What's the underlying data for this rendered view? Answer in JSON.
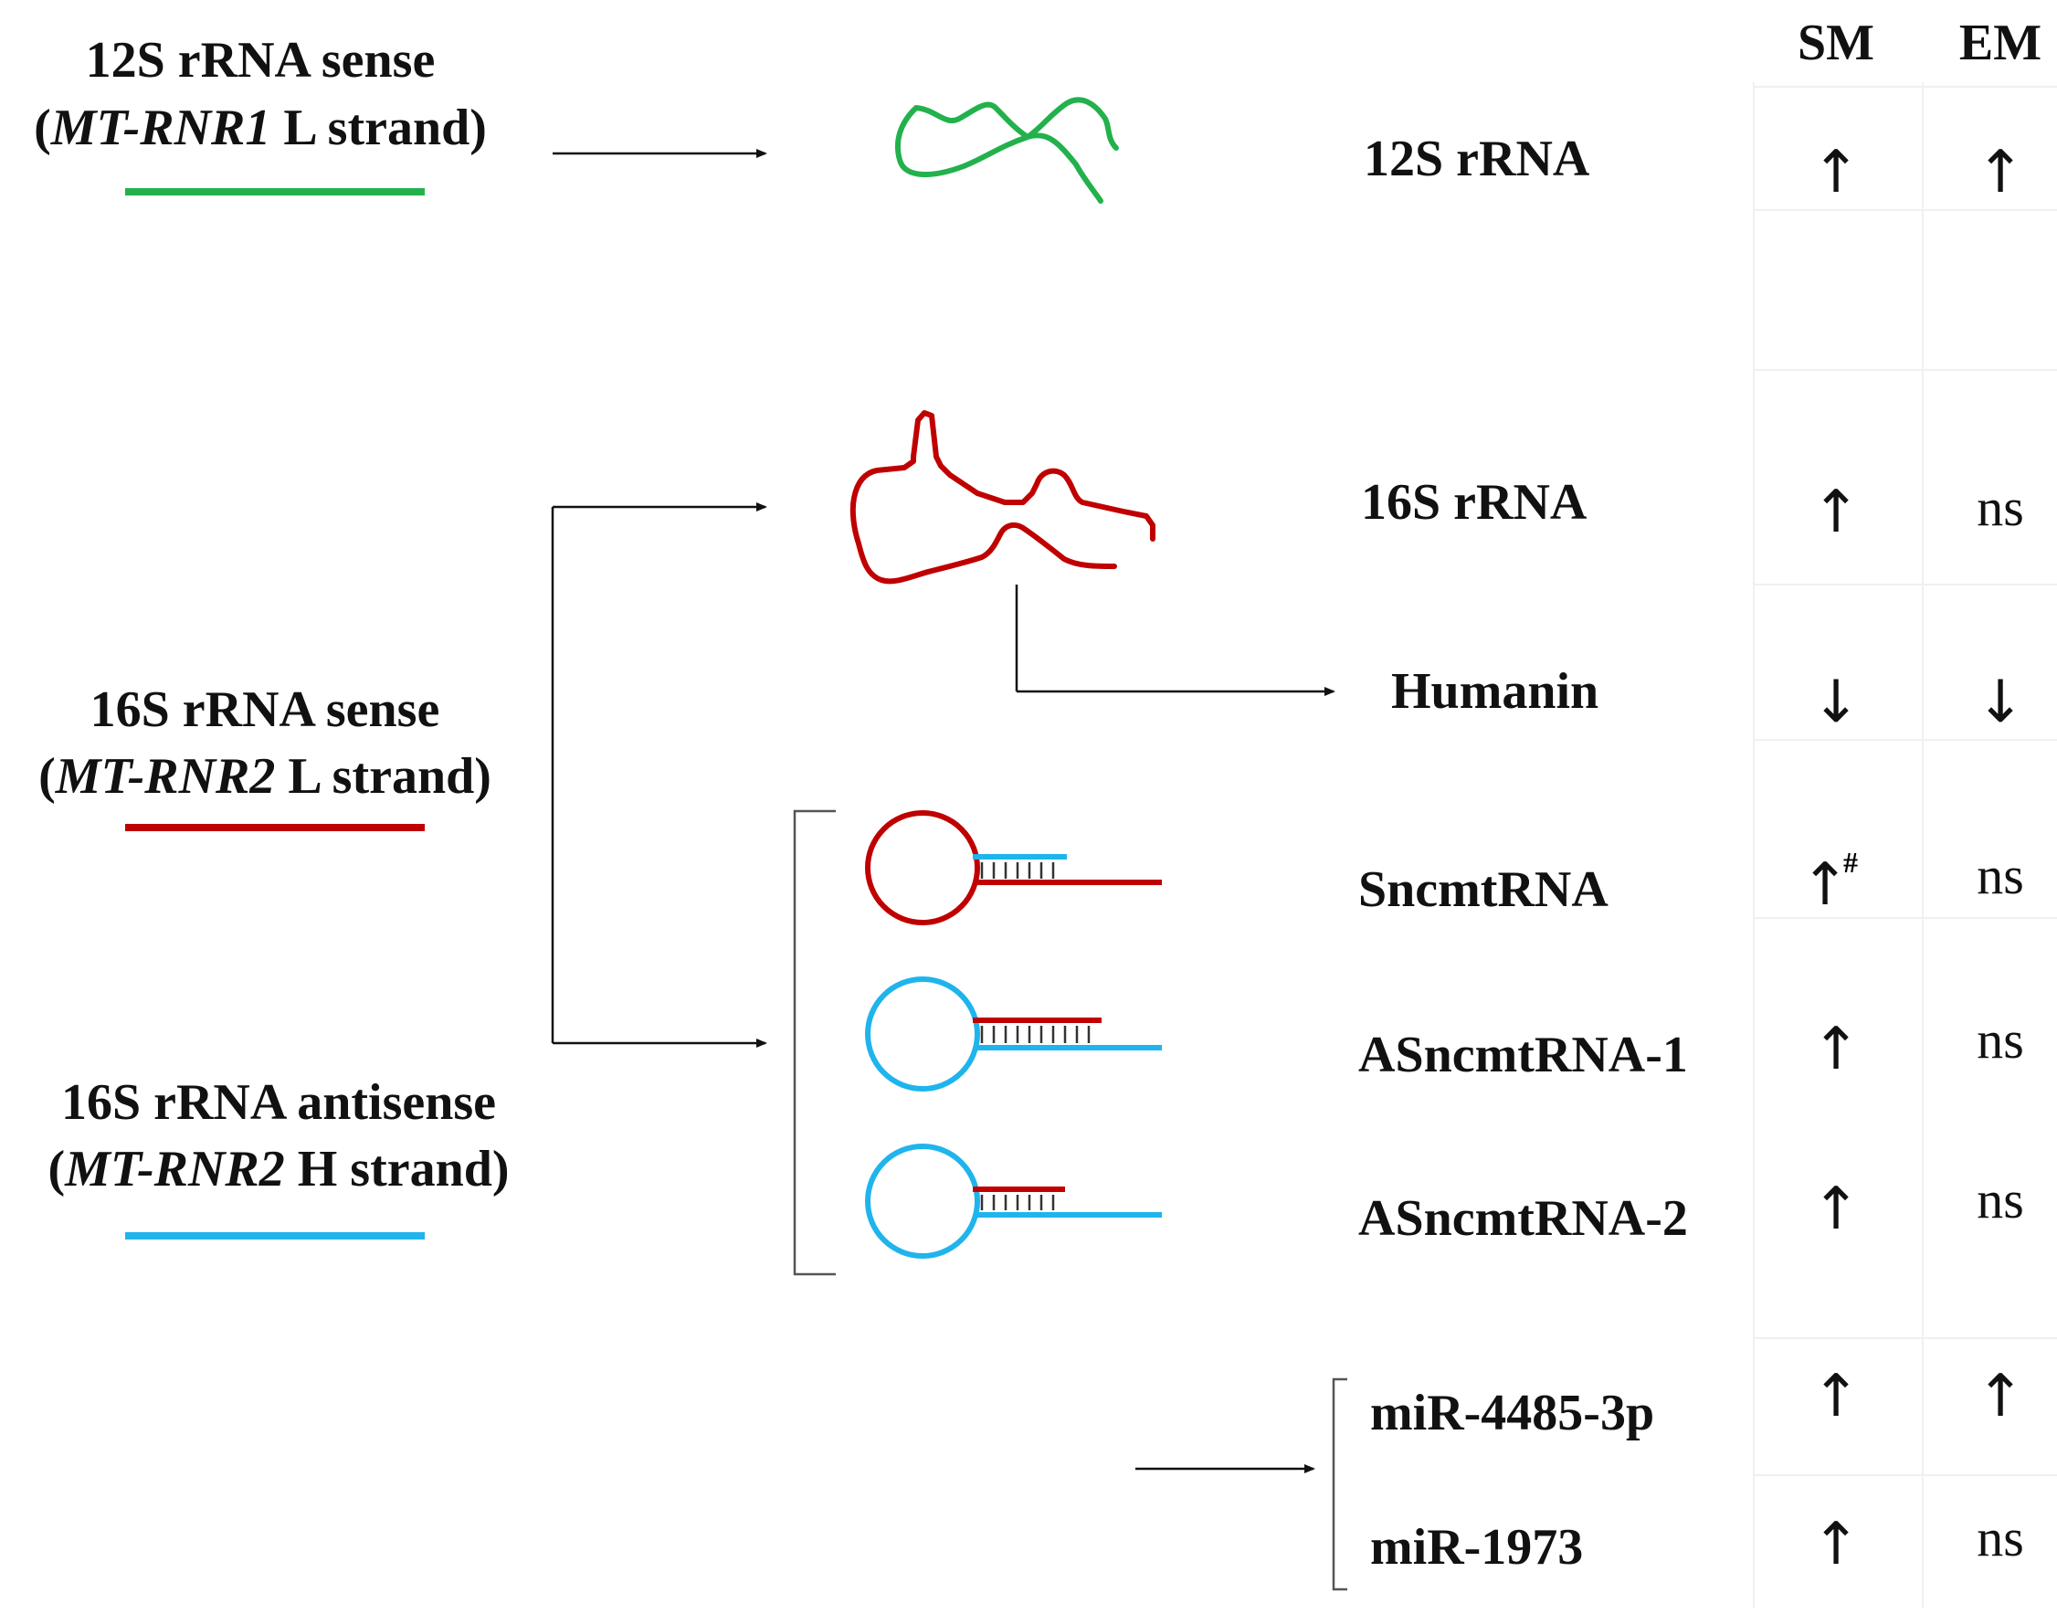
{
  "sources": {
    "rnr1": {
      "line1": "12S rRNA sense",
      "gene": "MT-RNR1",
      "strand": " L strand)",
      "color": "#22b14c"
    },
    "rnr2_sense": {
      "line1": "16S rRNA sense",
      "gene": "MT-RNR2",
      "strand": " L strand)",
      "color": "#c00000"
    },
    "rnr2_antisense": {
      "line1": "16S rRNA antisense",
      "gene": "MT-RNR2",
      "strand": " H strand)",
      "color": "#1fb4ec"
    }
  },
  "paren_open": "(",
  "columns": {
    "sm": "SM",
    "em": "EM"
  },
  "rows": [
    {
      "label": "12S rRNA",
      "sm": "↑",
      "em": "↑"
    },
    {
      "label": "16S rRNA",
      "sm": "↑",
      "em": "ns"
    },
    {
      "label": "Humanin",
      "sm": "↓",
      "em": "↓"
    },
    {
      "label": "SncmtRNA",
      "sm": "↑",
      "sm_sup": "#",
      "em": "ns"
    },
    {
      "label": "ASncmtRNA-1",
      "sm": "↑",
      "em": "ns"
    },
    {
      "label": "ASncmtRNA-2",
      "sm": "↑",
      "em": "ns"
    },
    {
      "label": "miR-4485-3p",
      "sm": "↑",
      "em": "↑"
    },
    {
      "label": "miR-1973",
      "sm": "↑",
      "em": "ns"
    }
  ]
}
